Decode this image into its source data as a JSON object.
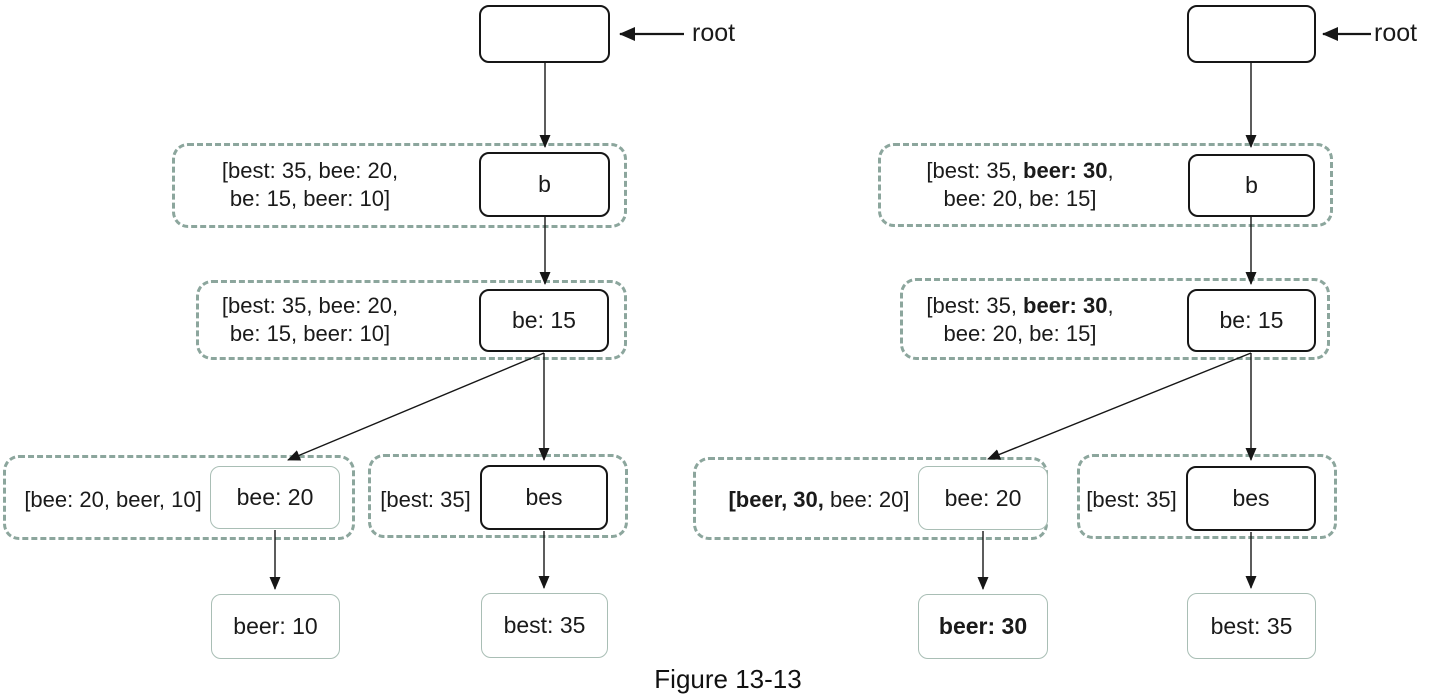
{
  "caption": "Figure 13-13",
  "colors": {
    "group_border": "#8ca69d",
    "leaf_node_border": "#a9beb5",
    "node_border": "#161616",
    "text": "#1a1a1a"
  },
  "left": {
    "root_pointer_label": "root",
    "node_b": "b",
    "node_be": "be: 15",
    "node_bee": "bee: 20",
    "node_bes": "bes",
    "node_beer": "beer: 10",
    "node_best": "best: 35",
    "ann_b_line1": "[best: 35, bee: 20,",
    "ann_b_line2": "be: 15, beer: 10]",
    "ann_be_line1": "[best: 35, bee: 20,",
    "ann_be_line2": "be: 15, beer: 10]",
    "ann_bee": "[bee: 20, beer, 10]",
    "ann_bes": "[best: 35]"
  },
  "right": {
    "root_pointer_label": "root",
    "node_b": "b",
    "node_be": "be: 15",
    "node_bee": "bee: 20",
    "node_bes": "bes",
    "node_beer": "beer: 30",
    "node_best": "best: 35",
    "ann_b_pre": "[best: 35, ",
    "ann_b_bold": "beer: 30",
    "ann_b_post": ",",
    "ann_b_line2": "bee: 20, be: 15]",
    "ann_be_pre": "[best: 35, ",
    "ann_be_bold": "beer: 30",
    "ann_be_post": ",",
    "ann_be_line2": "bee: 20, be: 15]",
    "ann_bee_bold": "[beer, 30,",
    "ann_bee_post": " bee: 20]",
    "ann_bes": "[best: 35]"
  }
}
